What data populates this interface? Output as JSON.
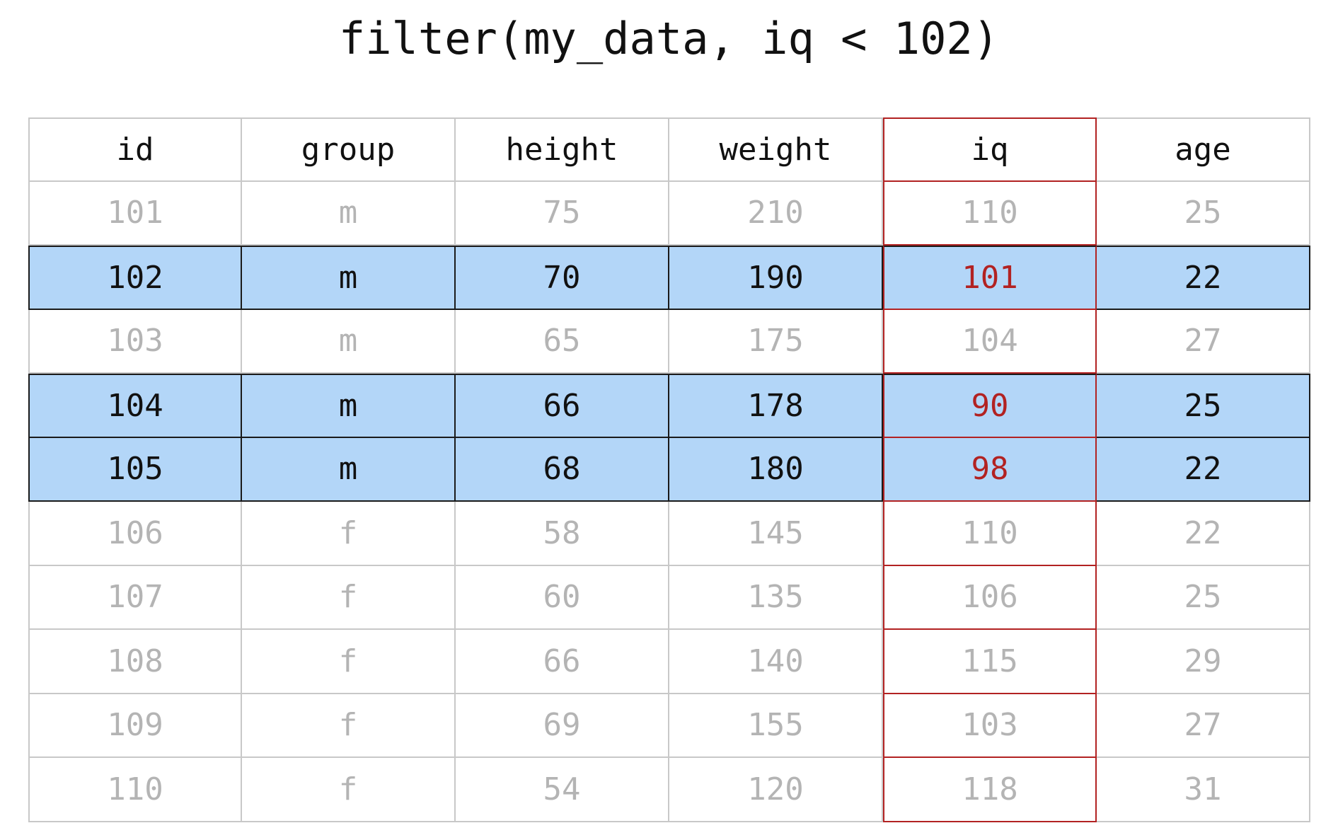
{
  "title": "filter(my_data, iq < 102)",
  "colors": {
    "highlight_bg": "#b3d6f8",
    "filter_column_border": "#b22222",
    "filter_value_text": "#b22222",
    "dimmed_text": "#b4b4b4",
    "grid_line": "#c8c8c8",
    "kept_row_border": "#1a1a1a"
  },
  "table": {
    "columns": [
      "id",
      "group",
      "height",
      "weight",
      "iq",
      "age"
    ],
    "highlighted_column": "iq",
    "rows": [
      {
        "id": "101",
        "group": "m",
        "height": "75",
        "weight": "210",
        "iq": "110",
        "age": "25",
        "kept": false
      },
      {
        "id": "102",
        "group": "m",
        "height": "70",
        "weight": "190",
        "iq": "101",
        "age": "22",
        "kept": true
      },
      {
        "id": "103",
        "group": "m",
        "height": "65",
        "weight": "175",
        "iq": "104",
        "age": "27",
        "kept": false
      },
      {
        "id": "104",
        "group": "m",
        "height": "66",
        "weight": "178",
        "iq": "90",
        "age": "25",
        "kept": true
      },
      {
        "id": "105",
        "group": "m",
        "height": "68",
        "weight": "180",
        "iq": "98",
        "age": "22",
        "kept": true
      },
      {
        "id": "106",
        "group": "f",
        "height": "58",
        "weight": "145",
        "iq": "110",
        "age": "22",
        "kept": false
      },
      {
        "id": "107",
        "group": "f",
        "height": "60",
        "weight": "135",
        "iq": "106",
        "age": "25",
        "kept": false
      },
      {
        "id": "108",
        "group": "f",
        "height": "66",
        "weight": "140",
        "iq": "115",
        "age": "29",
        "kept": false
      },
      {
        "id": "109",
        "group": "f",
        "height": "69",
        "weight": "155",
        "iq": "103",
        "age": "27",
        "kept": false
      },
      {
        "id": "110",
        "group": "f",
        "height": "54",
        "weight": "120",
        "iq": "118",
        "age": "31",
        "kept": false
      }
    ]
  }
}
